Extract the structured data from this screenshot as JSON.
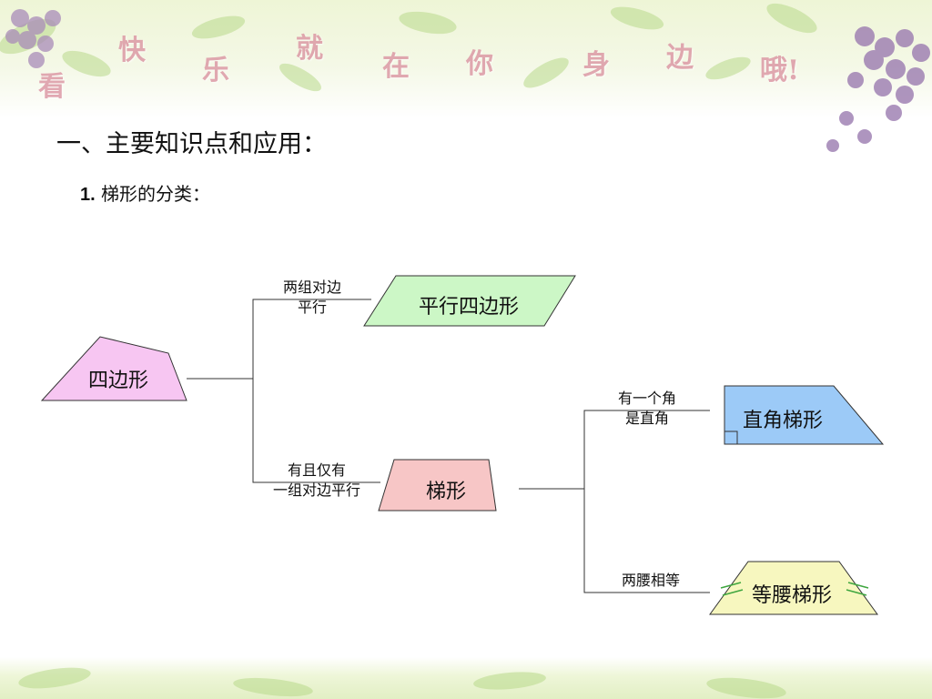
{
  "banner": {
    "chars": [
      "看",
      "快",
      "乐",
      "就",
      "在",
      "你",
      "身",
      "边",
      "哦!"
    ]
  },
  "heading": "一、主要知识点和应用：",
  "subheading": {
    "number": "1.",
    "text": "梯形的分类："
  },
  "diagram": {
    "nodes": {
      "quadrilateral": "四边形",
      "parallelogram": "平行四边形",
      "trapezoid": "梯形",
      "right_trapezoid": "直角梯形",
      "isosceles_trapezoid": "等腰梯形"
    },
    "edges": {
      "to_parallelogram": [
        "两组对边",
        "平行"
      ],
      "to_trapezoid": [
        "有且仅有",
        "一组对边平行"
      ],
      "to_right_trapezoid": [
        "有一个角",
        "是直角"
      ],
      "to_isosceles_trapezoid": "两腰相等"
    },
    "colors": {
      "quadrilateral": "#f7c6f2",
      "parallelogram": "#ccf7c6",
      "trapezoid": "#f7c6c6",
      "right_trapezoid": "#9ccaf7",
      "isosceles_trapezoid": "#f7f7bf",
      "tick": "#3fa63f"
    }
  }
}
